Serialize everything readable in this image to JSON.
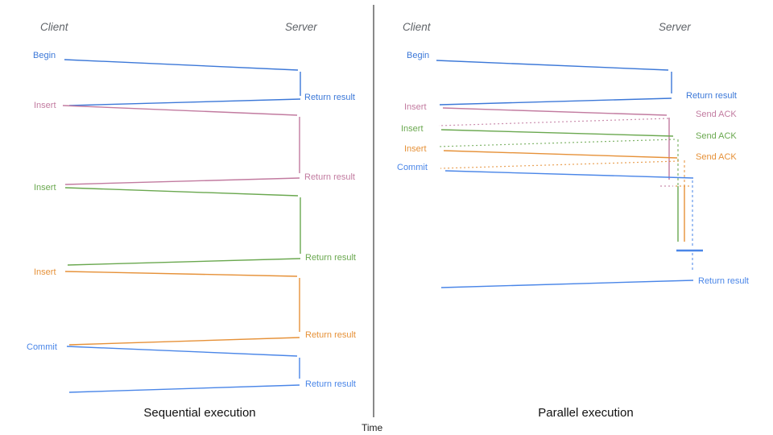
{
  "palette": {
    "blue_dark": "#3c78d8",
    "blue": "#4a86e8",
    "pink": "#c27ba0",
    "green": "#6aa84f",
    "orange": "#e69138",
    "header_gray": "#5f6368",
    "caption_black": "#111111"
  },
  "time_axis": {
    "label": "Time"
  },
  "sequential": {
    "caption": "Sequential execution",
    "client_header": "Client",
    "server_header": "Server",
    "calls": [
      {
        "label": "Begin",
        "color": "#3c78d8",
        "response": "Return result"
      },
      {
        "label": "Insert",
        "color": "#c27ba0",
        "response": "Return result"
      },
      {
        "label": "Insert",
        "color": "#6aa84f",
        "response": "Return result"
      },
      {
        "label": "Insert",
        "color": "#e69138",
        "response": "Return result"
      },
      {
        "label": "Commit",
        "color": "#4a86e8",
        "response": "Return result"
      }
    ]
  },
  "parallel": {
    "caption": "Parallel execution",
    "client_header": "Client",
    "server_header": "Server",
    "calls": [
      {
        "label": "Begin",
        "color": "#3c78d8",
        "response": "Return result"
      },
      {
        "label": "Insert",
        "color": "#c27ba0",
        "response": "Send ACK"
      },
      {
        "label": "Insert",
        "color": "#6aa84f",
        "response": "Send ACK"
      },
      {
        "label": "Insert",
        "color": "#e69138",
        "response": "Send ACK"
      },
      {
        "label": "Commit",
        "color": "#4a86e8",
        "response": ""
      }
    ],
    "final_response": "Return result"
  }
}
